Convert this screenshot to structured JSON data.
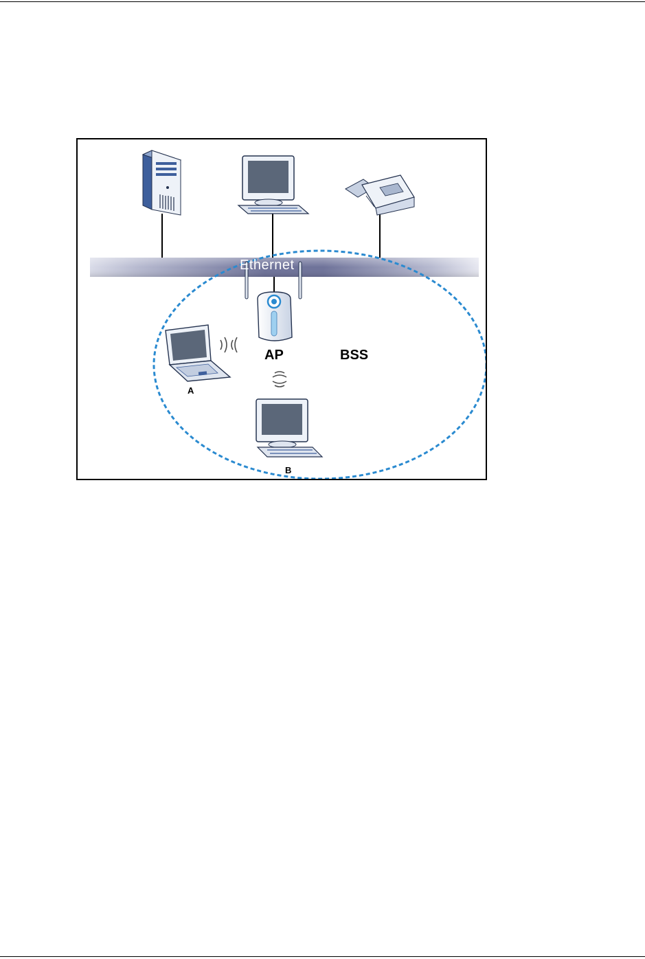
{
  "figure": {
    "ethernet_label": "Ethernet",
    "ap_label": "AP",
    "bss_label": "BSS",
    "client_a_label": "A",
    "client_b_label": "B"
  },
  "icons": {
    "server": "server-tower-icon",
    "desktop": "desktop-computer-icon",
    "printer": "printer-icon",
    "access_point": "access-point-icon",
    "laptop": "laptop-icon",
    "wireless": "wireless-signal-icon"
  },
  "colors": {
    "ethernet_bar": "#7c7fa6",
    "bss_circle": "#2a8ad0",
    "screen": "#5b6779",
    "device_body": "#f0f3f8",
    "device_outline": "#3d4f6e"
  }
}
